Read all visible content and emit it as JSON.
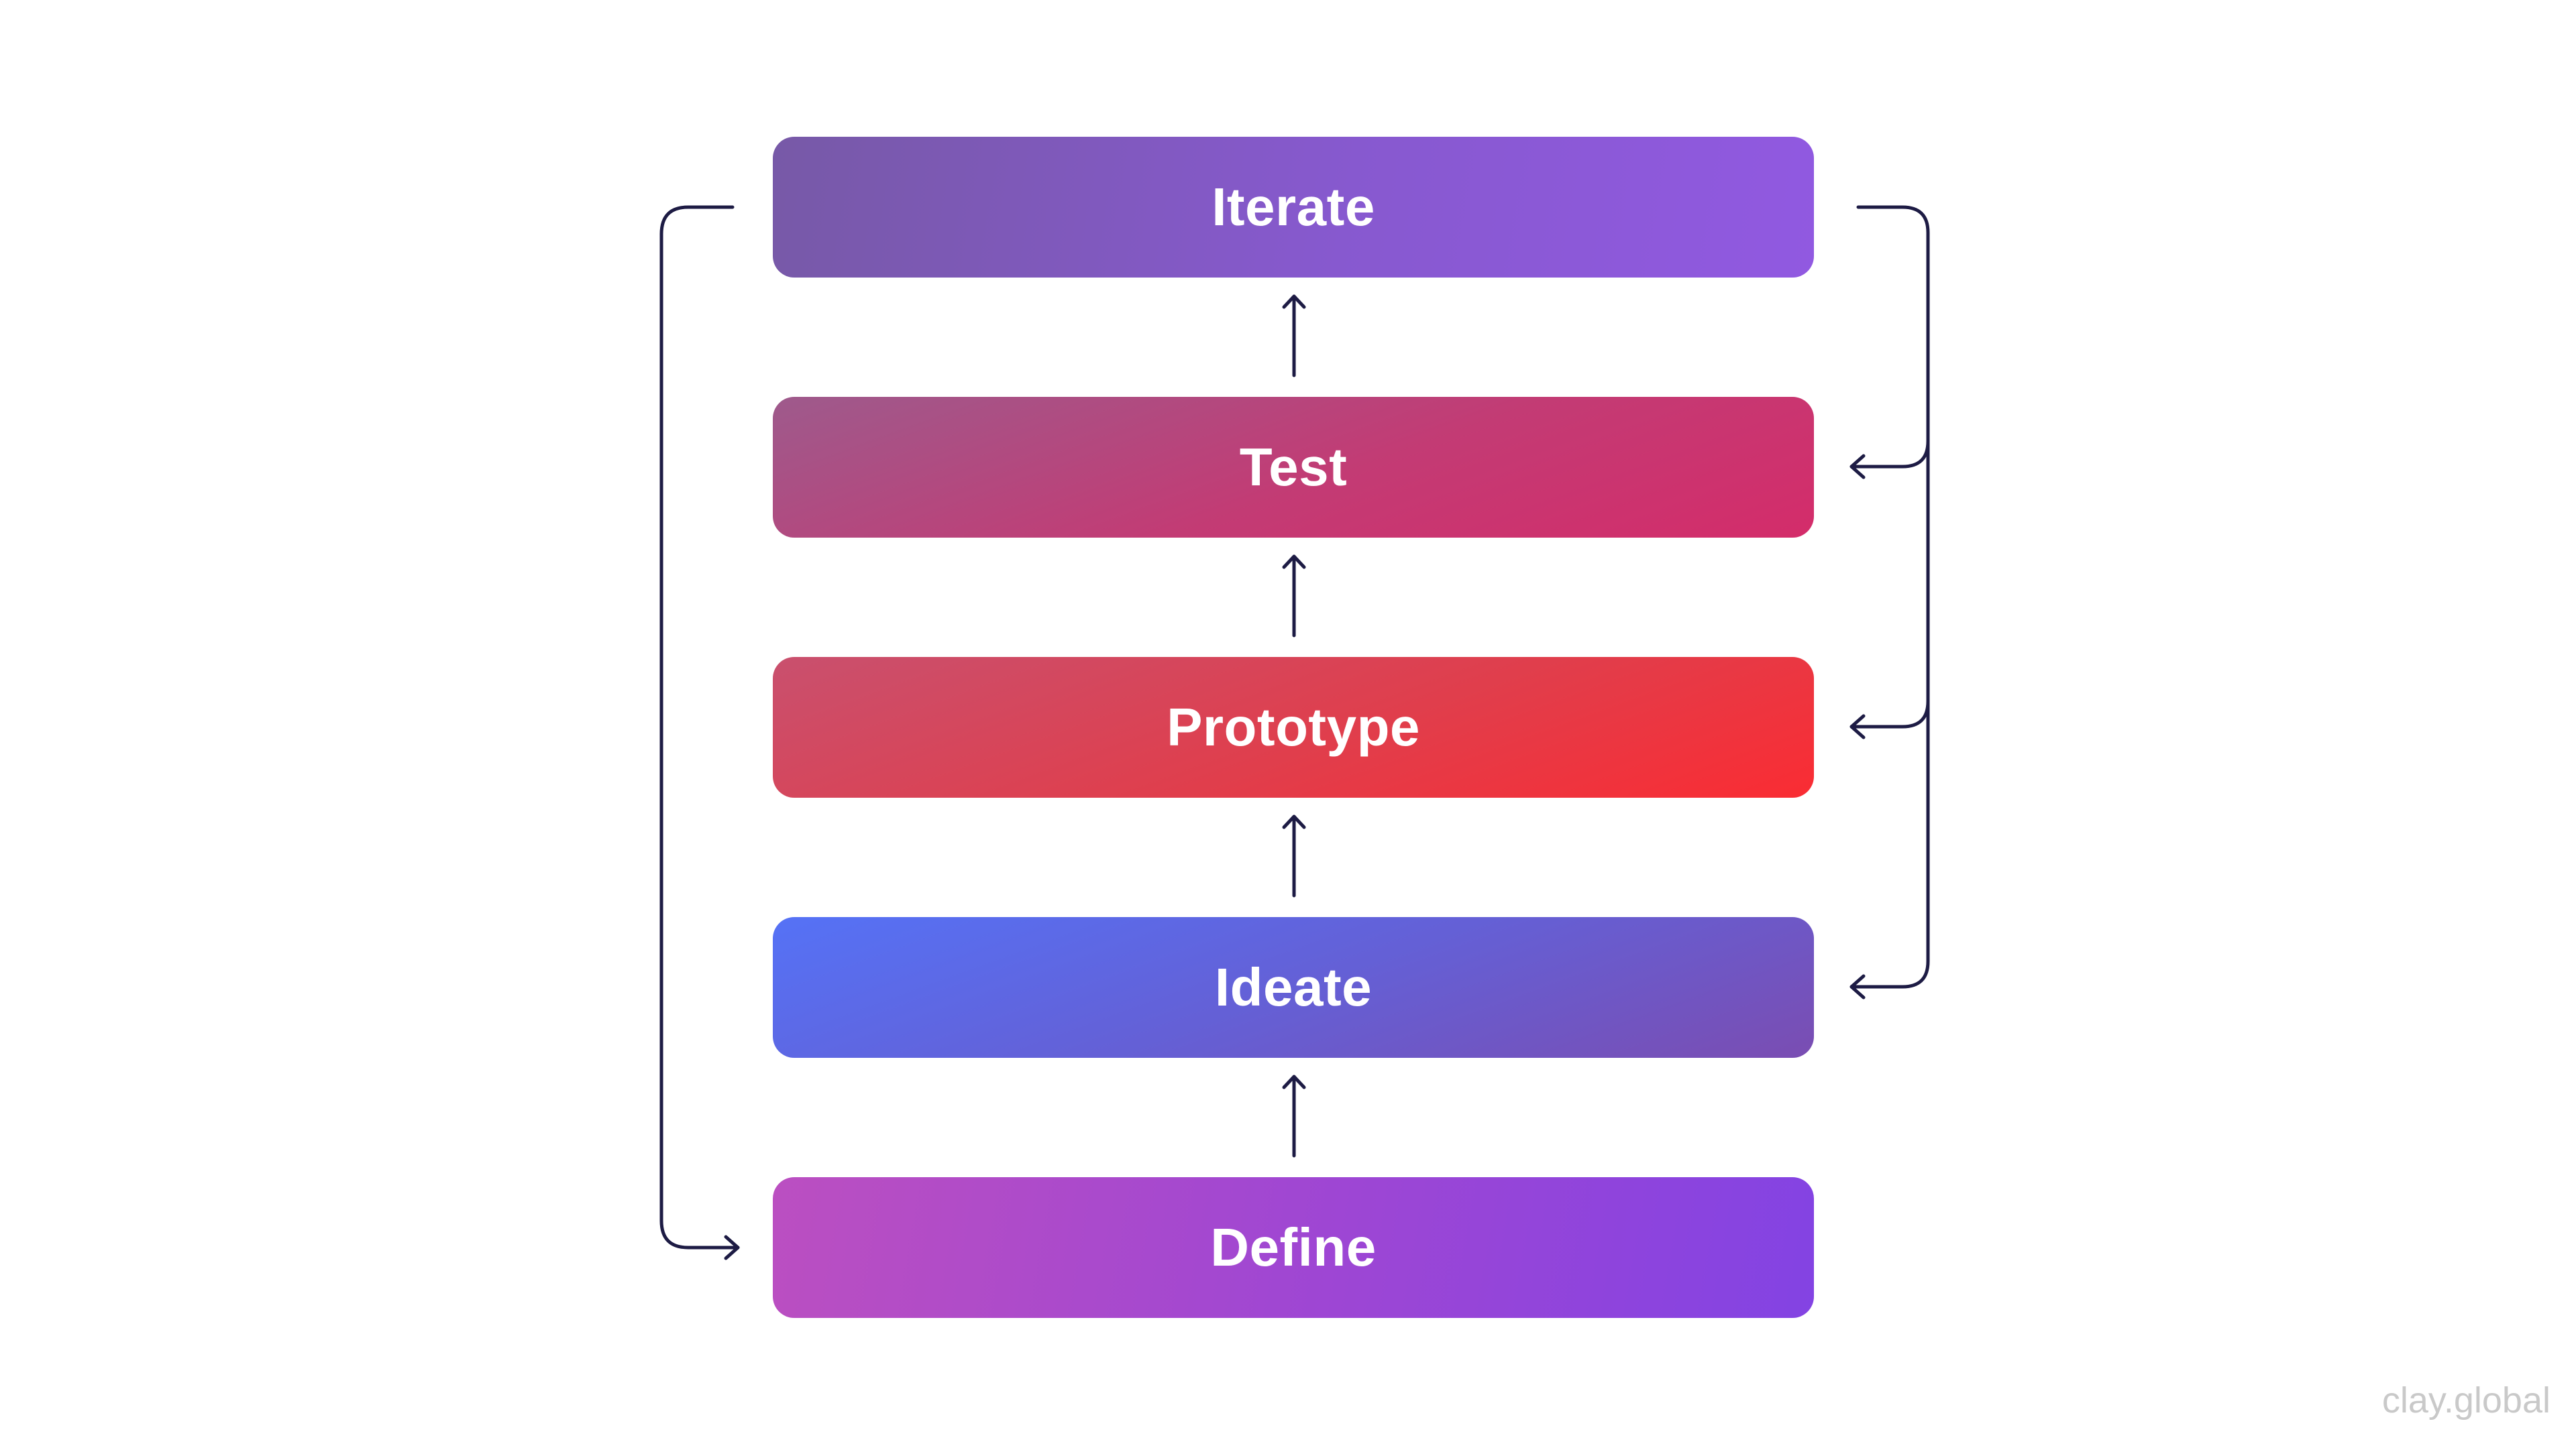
{
  "stages": [
    {
      "label": "Iterate"
    },
    {
      "label": "Test"
    },
    {
      "label": "Prototype"
    },
    {
      "label": "Ideate"
    },
    {
      "label": "Define"
    }
  ],
  "colors": {
    "arrow": "#1d1b44",
    "iterate": "#8759cf",
    "test": "#c33b74",
    "prototype": "#e03e4c",
    "ideate": "#6460d6",
    "define": "#9d46d4"
  },
  "watermark": "clay.global"
}
